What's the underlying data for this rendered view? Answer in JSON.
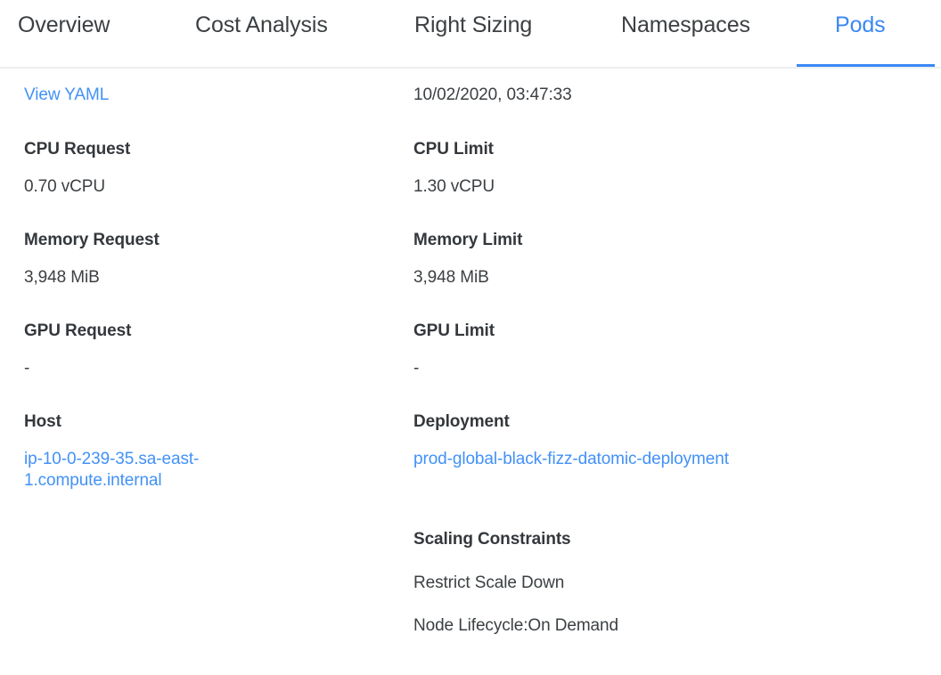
{
  "tabs": [
    {
      "label": "Overview",
      "active": false
    },
    {
      "label": "Cost Analysis",
      "active": false
    },
    {
      "label": "Right Sizing",
      "active": false
    },
    {
      "label": "Namespaces",
      "active": false
    },
    {
      "label": "Pods",
      "active": true
    }
  ],
  "colors": {
    "accent": "#3b87f5",
    "link": "#4291f7",
    "label_text": "#34383c",
    "body_text": "#3c4043",
    "divider": "#eceff1",
    "background": "#ffffff"
  },
  "details": {
    "left": {
      "view_yaml_link": "View YAML",
      "cpu_request_label": "CPU Request",
      "cpu_request_value": "0.70 vCPU",
      "memory_request_label": "Memory Request",
      "memory_request_value": "3,948 MiB",
      "gpu_request_label": "GPU Request",
      "gpu_request_value": "-",
      "host_label": "Host",
      "host_value": "ip-10-0-239-35.sa-east-1.compute.internal"
    },
    "right": {
      "timestamp": "10/02/2020, 03:47:33",
      "cpu_limit_label": "CPU Limit",
      "cpu_limit_value": "1.30 vCPU",
      "memory_limit_label": "Memory Limit",
      "memory_limit_value": "3,948 MiB",
      "gpu_limit_label": "GPU Limit",
      "gpu_limit_value": "-",
      "deployment_label": "Deployment",
      "deployment_value": "prod-global-black-fizz-datomic-deployment",
      "scaling_constraints_label": "Scaling Constraints",
      "scaling_constraint_1": "Restrict Scale Down",
      "scaling_constraint_2": "Node Lifecycle:On Demand"
    }
  }
}
